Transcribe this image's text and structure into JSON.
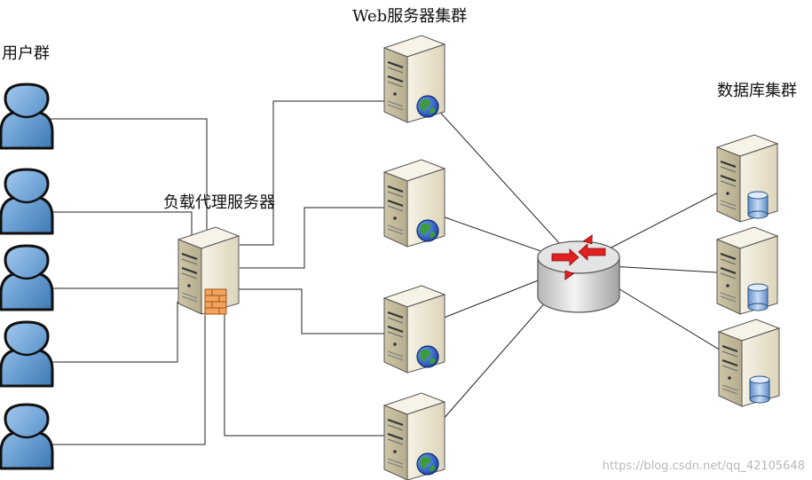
{
  "labels": {
    "user_group": "用户群",
    "proxy": "负载代理服务器",
    "web_cluster": "Web服务器集群",
    "db_cluster": "数据库集群"
  },
  "icons": {
    "user": "user-icon",
    "proxy_server": "proxy-server-icon",
    "firewall": "firewall-icon",
    "web_server": "web-server-icon",
    "globe": "globe-icon",
    "router": "router-icon",
    "db_server": "database-server-icon",
    "database": "database-icon"
  },
  "colors": {
    "user_fill": "#6a9fd3",
    "server_body": "#e9e3cf",
    "globe_blue": "#2f5fc7",
    "globe_green": "#3f9b3a",
    "router_arrow": "#e32020",
    "db_cylinder": "#8fb6e5",
    "line": "#222222",
    "watermark": "#b9b9b9"
  },
  "watermark": "https://blog.csdn.net/qq_42105648"
}
